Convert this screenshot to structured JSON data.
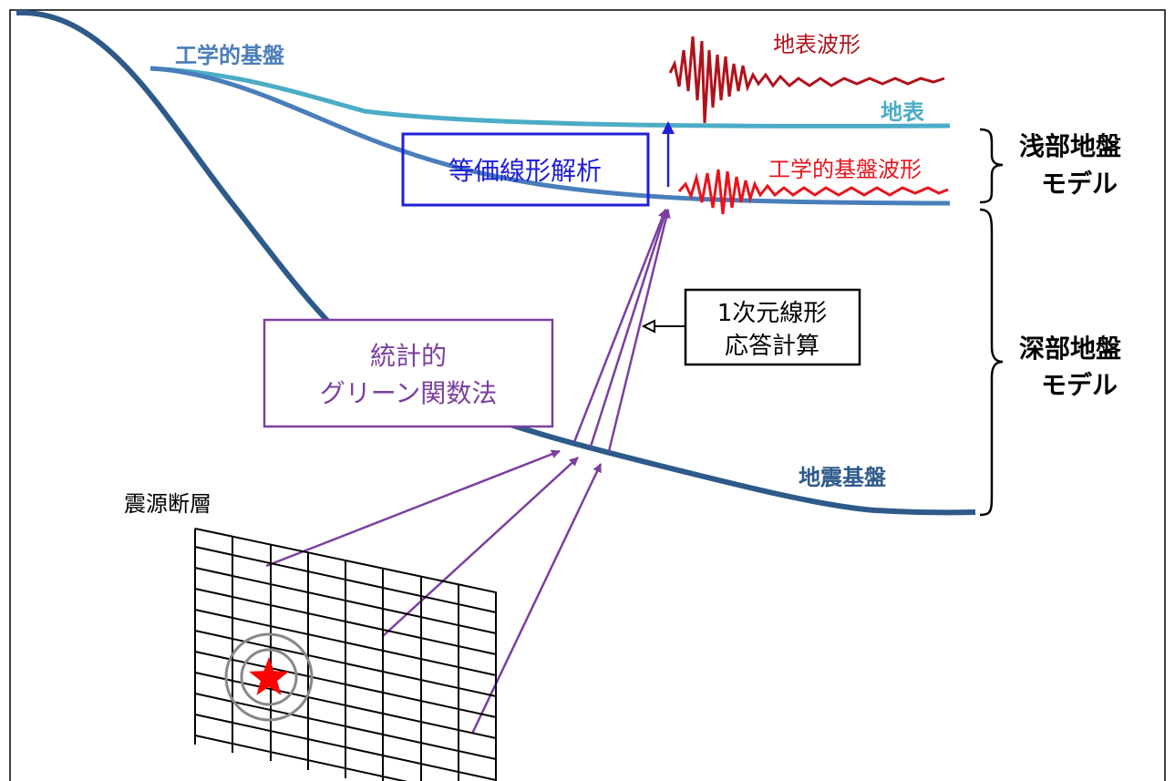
{
  "labels": {
    "engineering_bedrock": "工学的基盤",
    "surface_waveform": "地表波形",
    "ground_surface": "地表",
    "equivalent_linear": "等価線形解析",
    "engineering_bedrock_waveform": "工学的基盤波形",
    "shallow_model_line1": "浅部地盤",
    "shallow_model_line2": "モデル",
    "one_d_linear_line1": "1次元線形",
    "one_d_linear_line2": "応答計算",
    "deep_model_line1": "深部地盤",
    "deep_model_line2": "モデル",
    "statistical_green_line1": "統計的",
    "statistical_green_line2": "グリーン関数法",
    "seismic_bedrock": "地震基盤",
    "source_fault": "震源断層"
  },
  "colors": {
    "engineering_bedrock": "#4a7ebb",
    "ground_surface": "#4bacc6",
    "seismic_bedrock": "#2e5a8a",
    "waveform_dark_red": "#b0121b",
    "waveform_red": "#e8141c",
    "equivalent_linear": "#1f1fd6",
    "statistical_green": "#7b3fa0",
    "star": "#ff0000",
    "text": "#000000"
  }
}
